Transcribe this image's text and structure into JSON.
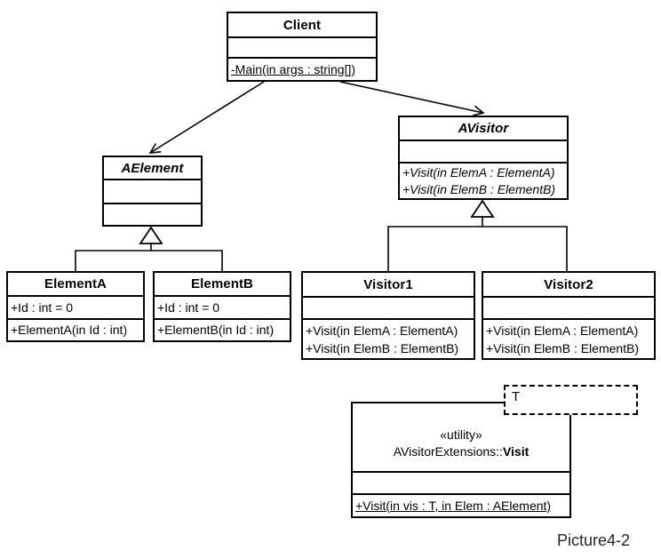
{
  "caption": "Picture4-2",
  "colors": {
    "line": "#000000",
    "background": "#ffffff",
    "text": "#000000"
  },
  "classes": {
    "client": {
      "name": "Client",
      "methods": [
        "-Main(in args : string[])"
      ]
    },
    "aelement": {
      "name": "AElement"
    },
    "avisitor": {
      "name": "AVisitor",
      "methods": [
        "+Visit(in ElemA : ElementA)",
        "+Visit(in ElemB : ElementB)"
      ]
    },
    "elementa": {
      "name": "ElementA",
      "attributes": [
        "+Id : int = 0"
      ],
      "methods": [
        "+ElementA(in Id : int)"
      ]
    },
    "elementb": {
      "name": "ElementB",
      "attributes": [
        "+Id : int = 0"
      ],
      "methods": [
        "+ElementB(in Id : int)"
      ]
    },
    "visitor1": {
      "name": "Visitor1",
      "methods": [
        "+Visit(in ElemA : ElementA)",
        "+Visit(in ElemB : ElementB)"
      ]
    },
    "visitor2": {
      "name": "Visitor2",
      "methods": [
        "+Visit(in ElemA : ElementA)",
        "+Visit(in ElemB : ElementB)"
      ]
    },
    "utility": {
      "stereotype": "«utility»",
      "name_prefix": "AVisitorExtensions::",
      "name_emphasis": "Visit",
      "template_param": "T",
      "methods": [
        "+Visit(in vis : T, in Elem : AElement)"
      ]
    }
  },
  "relationships": [
    {
      "type": "directed-association",
      "from": "Client",
      "to": "AElement"
    },
    {
      "type": "directed-association",
      "from": "Client",
      "to": "AVisitor"
    },
    {
      "type": "generalization",
      "from": "ElementA",
      "to": "AElement"
    },
    {
      "type": "generalization",
      "from": "ElementB",
      "to": "AElement"
    },
    {
      "type": "generalization",
      "from": "Visitor1",
      "to": "AVisitor"
    },
    {
      "type": "generalization",
      "from": "Visitor2",
      "to": "AVisitor"
    }
  ]
}
